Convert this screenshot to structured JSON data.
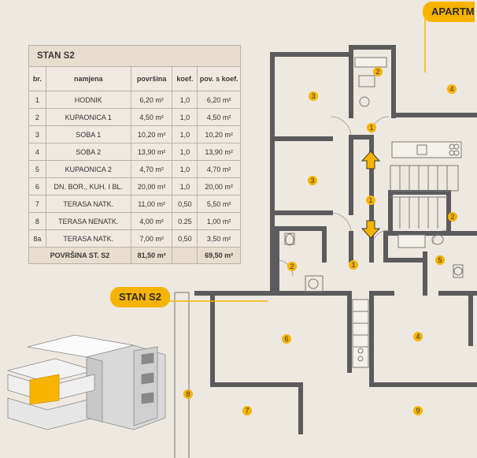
{
  "table": {
    "title": "STAN S2",
    "headers": [
      "br.",
      "namjena",
      "površina",
      "koef.",
      "pov. s koef."
    ],
    "rows": [
      [
        "1",
        "HODNIK",
        "6,20 m²",
        "1,0",
        "6,20 m²"
      ],
      [
        "2",
        "KUPAONICA 1",
        "4,50 m²",
        "1,0",
        "4,50 m²"
      ],
      [
        "3",
        "SOBA 1",
        "10,20 m²",
        "1,0",
        "10,20 m²"
      ],
      [
        "4",
        "SOBA 2",
        "13,90 m²",
        "1,0",
        "13,90 m²"
      ],
      [
        "5",
        "KUPAONICA 2",
        "4,70 m²",
        "1,0",
        "4,70 m²"
      ],
      [
        "6",
        "DN. BOR., KUH. I BL.",
        "20,00 m²",
        "1,0",
        "20,00 m²"
      ],
      [
        "7",
        "TERASA NATK.",
        "11,00 m²",
        "0,50",
        "5,50 m²"
      ],
      [
        "8",
        "TERASA NENATK.",
        "4,00 m²",
        "0.25",
        "1,00 m²"
      ],
      [
        "8a",
        "TERASA NATK.",
        "7,00 m²",
        "0,50",
        "3,50 m²"
      ]
    ],
    "total_label": "POVRŠINA ST. S2",
    "total_area": "81,50 m²",
    "total_area_coef": "69,50 m²"
  },
  "labels": {
    "stan_s2": "STAN S2",
    "apartment_cut": "APARTM"
  },
  "room_markers": {
    "r3a": "3",
    "r3b": "3",
    "r2a": "2",
    "r2b": "2",
    "r2c": "2",
    "r1a": "1",
    "r1b": "1",
    "r1c": "1",
    "r4a": "4",
    "r4b": "4",
    "r5": "5",
    "r6": "6",
    "r7": "7",
    "r8": "8",
    "r9": "9"
  },
  "colors": {
    "accent": "#f6b400",
    "wall": "#5b5b5e",
    "background": "#ede8e0",
    "highlight_floor": "#f6b400"
  }
}
